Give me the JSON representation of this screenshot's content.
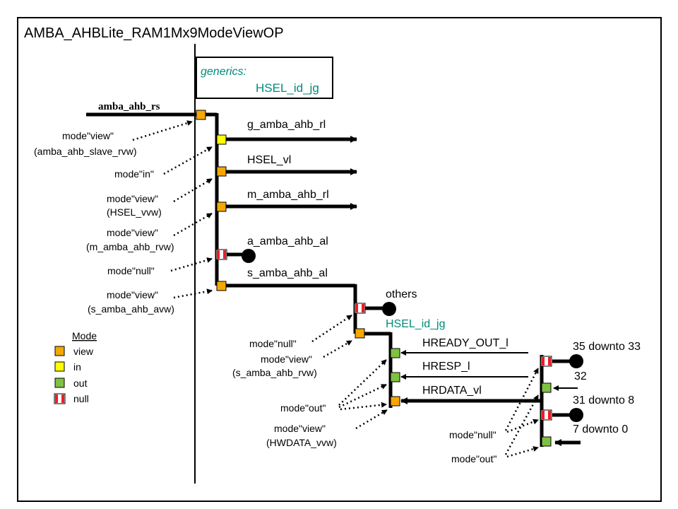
{
  "title": "AMBA_AHBLite_RAM1Mx9ModeViewOP",
  "generics": {
    "label": "generics:",
    "name": "HSEL_id_jg"
  },
  "input_record": "amba_ahb_rs",
  "signals": {
    "g_rl": "g_amba_ahb_rl",
    "hsel_vl": "HSEL_vl",
    "m_rl": "m_amba_ahb_rl",
    "a_al": "a_amba_ahb_al",
    "s_al": "s_amba_ahb_al",
    "others": "others",
    "hsel_id": "HSEL_id_jg",
    "hready": "HREADY_OUT_l",
    "hresp": "HRESP_l",
    "hrdata": "HRDATA_vl",
    "r35": "35 downto 33",
    "r32": "32",
    "r31": "31 downto 8",
    "r7": "7 downto 0"
  },
  "annotations": {
    "a1": "mode\"view\"",
    "a1b": "(amba_ahb_slave_rvw)",
    "a2": "mode\"in\"",
    "a3": "mode\"view\"",
    "a3b": "(HSEL_vvw)",
    "a4": "mode\"view\"",
    "a4b": "(m_amba_ahb_rvw)",
    "a5": "mode\"null\"",
    "a6": "mode\"view\"",
    "a6b": "(s_amba_ahb_avw)",
    "b1": "mode\"null\"",
    "b2": "mode\"view\"",
    "b2b": "(s_amba_ahb_rvw)",
    "b3": "mode\"out\"",
    "b4": "mode\"view\"",
    "b4b": "(HWDATA_vvw)",
    "c1": "mode\"null\"",
    "c2": "mode\"out\""
  },
  "legend": {
    "title": "Mode",
    "items": [
      {
        "label": "view",
        "color": "#f5a800"
      },
      {
        "label": "in",
        "color": "#ffff00"
      },
      {
        "label": "out",
        "color": "#7fc241"
      },
      {
        "label": "null",
        "color": "#ee1c24"
      }
    ]
  }
}
